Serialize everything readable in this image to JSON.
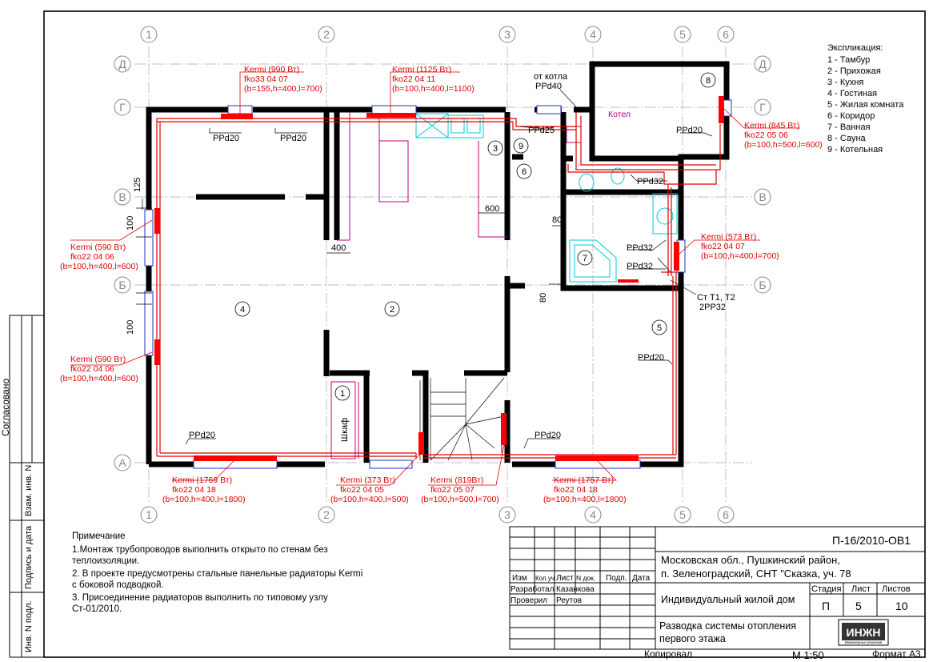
{
  "axes_vertical": [
    "1",
    "2",
    "3",
    "4",
    "5",
    "6"
  ],
  "axes_horizontal": [
    "Д",
    "Г",
    "В",
    "Б",
    "А"
  ],
  "rooms": [
    "1",
    "2",
    "3",
    "4",
    "5",
    "6",
    "7",
    "8",
    "9"
  ],
  "explication": {
    "title": "Экспликация:",
    "items": [
      "1 - Тамбур",
      "2 - Прихожая",
      "3 - Кухня",
      "4 - Гостиная",
      "5 - Жилая комната",
      "6 - Коридор",
      "7 - Ванная",
      "8 - Сауна",
      "9 - Котельная"
    ]
  },
  "radiators": [
    {
      "l1": "Kermi  (990 Вт)",
      "l2": "fko33 04 07",
      "l3": "(b=155,h=400,l=700)"
    },
    {
      "l1": "Kermi  (1125 Вт)",
      "l2": "fko22 04 11",
      "l3": "(b=100,h=400,l=1100)"
    },
    {
      "l1": "Kermi  (845 Вт)",
      "l2": "fko22 05 06",
      "l3": "(b=100,h=500,l=600)"
    },
    {
      "l1": "Kermi  (590 Вт)",
      "l2": "fko22 04 06",
      "l3": "(b=100,h=400,l=600)"
    },
    {
      "l1": "Kermi  (573 Вт)",
      "l2": "fko22 04 07",
      "l3": "(b=100,h=400,l=700)"
    },
    {
      "l1": "Kermi  (590 Вт)",
      "l2": "fko22 04 06",
      "l3": "(b=100,h=400,l=600)"
    },
    {
      "l1": "Kermi  (1769 Вт)",
      "l2": "fko22 04 18",
      "l3": "(b=100,h=400,l=1800)"
    },
    {
      "l1": "Kermi  (373 Вт)",
      "l2": "fko22 04 05",
      "l3": "(b=100,h=400,l=500)"
    },
    {
      "l1": "Kermi  (819Вт)",
      "l2": "fko22 05 07",
      "l3": "(b=100,h=500,l=700)"
    },
    {
      "l1": "Kermi  (1757 Вт)",
      "l2": "fko22 04 18",
      "l3": "(b=100,h=400,l=1800)"
    }
  ],
  "pipe_labels": {
    "ppd20": "PPd20",
    "ppd25": "PPd25",
    "ppd32": "PPd32",
    "ppd40": "PPd40",
    "from_boiler": "от котла",
    "riser_1": "Ст Т1, Т2",
    "riser_2": "2PP32",
    "boiler": "Котел",
    "wardrobe": "Шкаф"
  },
  "dimensions": {
    "d125": "125",
    "d100": "100",
    "d400": "400",
    "d600": "600",
    "d80": "80"
  },
  "notes": {
    "title": "Примечание",
    "lines": [
      "1.Монтаж трубопроводов выполнить открыто по стенам без",
      "теплоизоляции.",
      "2. В проекте предусмотрены стальные панельные радиаторы Kermi",
      "с боковой подводкой.",
      "3. Присоединение радиаторов выполнить по типовому узлу",
      "Ст-01/2010."
    ]
  },
  "side_stamp": {
    "agreed": "Согласовано",
    "replace": "Взам. инв. N",
    "signature": "Подпись и дата",
    "original": "Инв. N подл."
  },
  "title_block": {
    "code": "П-16/2010-ОВ1",
    "address_1": "Московская обл., Пушкинский район,",
    "address_2": "п. Зеленоградский, СНТ \"Сказка, уч. 78",
    "headers": [
      "Изм",
      "Кол.уч",
      "Лист",
      "N док.",
      "Подп.",
      "Дата"
    ],
    "developed_label": "Разработал",
    "developed_name": "Казанкова",
    "checked_label": "Проверил",
    "checked_name": "Реутов",
    "building": "Индивидуальный жилой дом",
    "stage_label": "Стадия",
    "sheet_label": "Лист",
    "sheets_label": "Листов",
    "stage": "П",
    "sheet": "5",
    "sheets": "10",
    "drawing_title_1": "Разводка системы отопления",
    "drawing_title_2": "первого этажа",
    "logo": "ИНЖН",
    "logo_sub": "Инженерные решения",
    "copied": "Копировал",
    "scale": "М 1:50",
    "format": "Формат А3"
  }
}
